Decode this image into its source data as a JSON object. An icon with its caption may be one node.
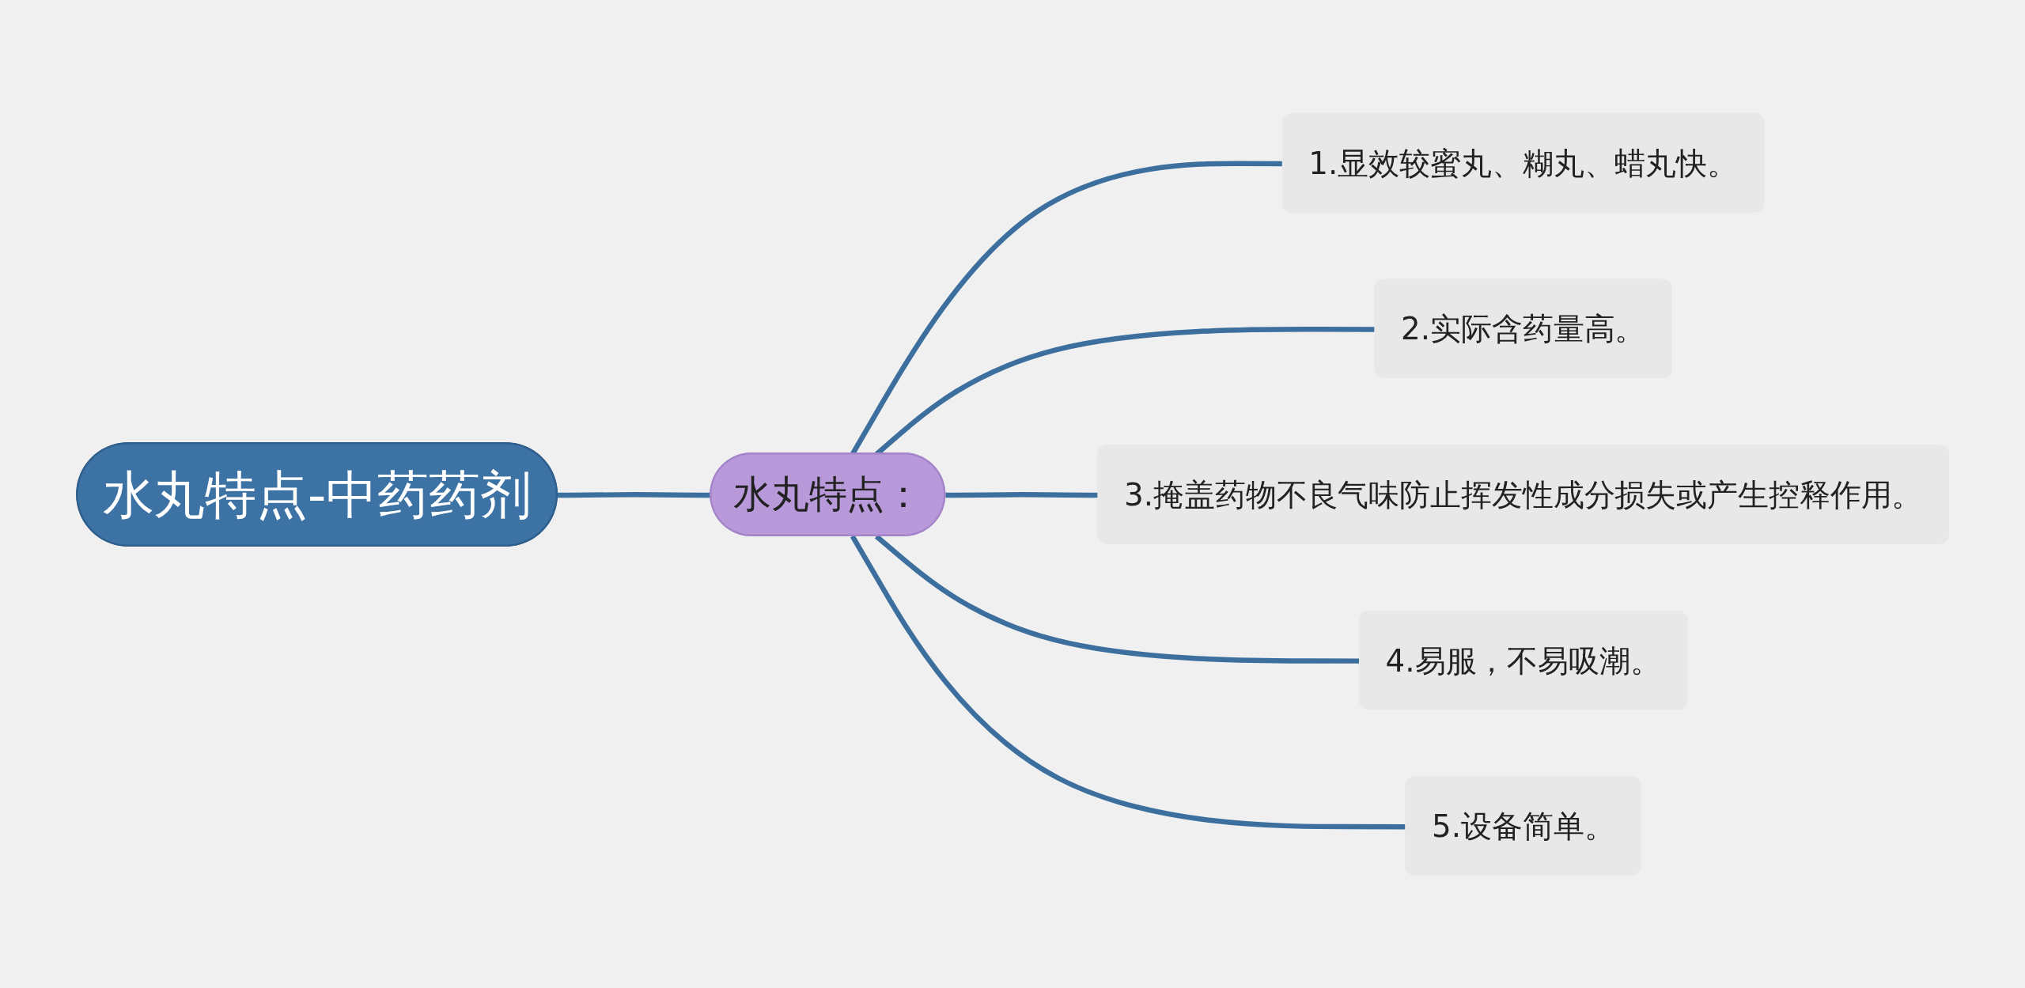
{
  "diagram": {
    "nodes": [
      {
        "text": [
          "水丸特点-中药药剂"
        ]
      },
      {
        "text": [
          "水丸特点："
        ]
      },
      {
        "text": [
          "1.显效较蜜丸、糊丸、蜡丸快。"
        ]
      },
      {
        "text": [
          "2.实际含药量高。"
        ]
      },
      {
        "text": [
          "3.掩盖药物不良气味防止挥发性成分损失或产生控释作用。"
        ]
      },
      {
        "text": [
          "4.易服，不易吸潮。"
        ]
      },
      {
        "text": [
          "5.设备简单。"
        ]
      }
    ],
    "edges": [
      {
        "from": 0,
        "to": 1,
        "arrow": "none"
      },
      {
        "from": 1,
        "to": 2,
        "arrow": "none"
      },
      {
        "from": 1,
        "to": 3,
        "arrow": "none"
      },
      {
        "from": 1,
        "to": 4,
        "arrow": "none"
      },
      {
        "from": 1,
        "to": 5,
        "arrow": "none"
      },
      {
        "from": 1,
        "to": 6,
        "arrow": "none"
      }
    ]
  }
}
